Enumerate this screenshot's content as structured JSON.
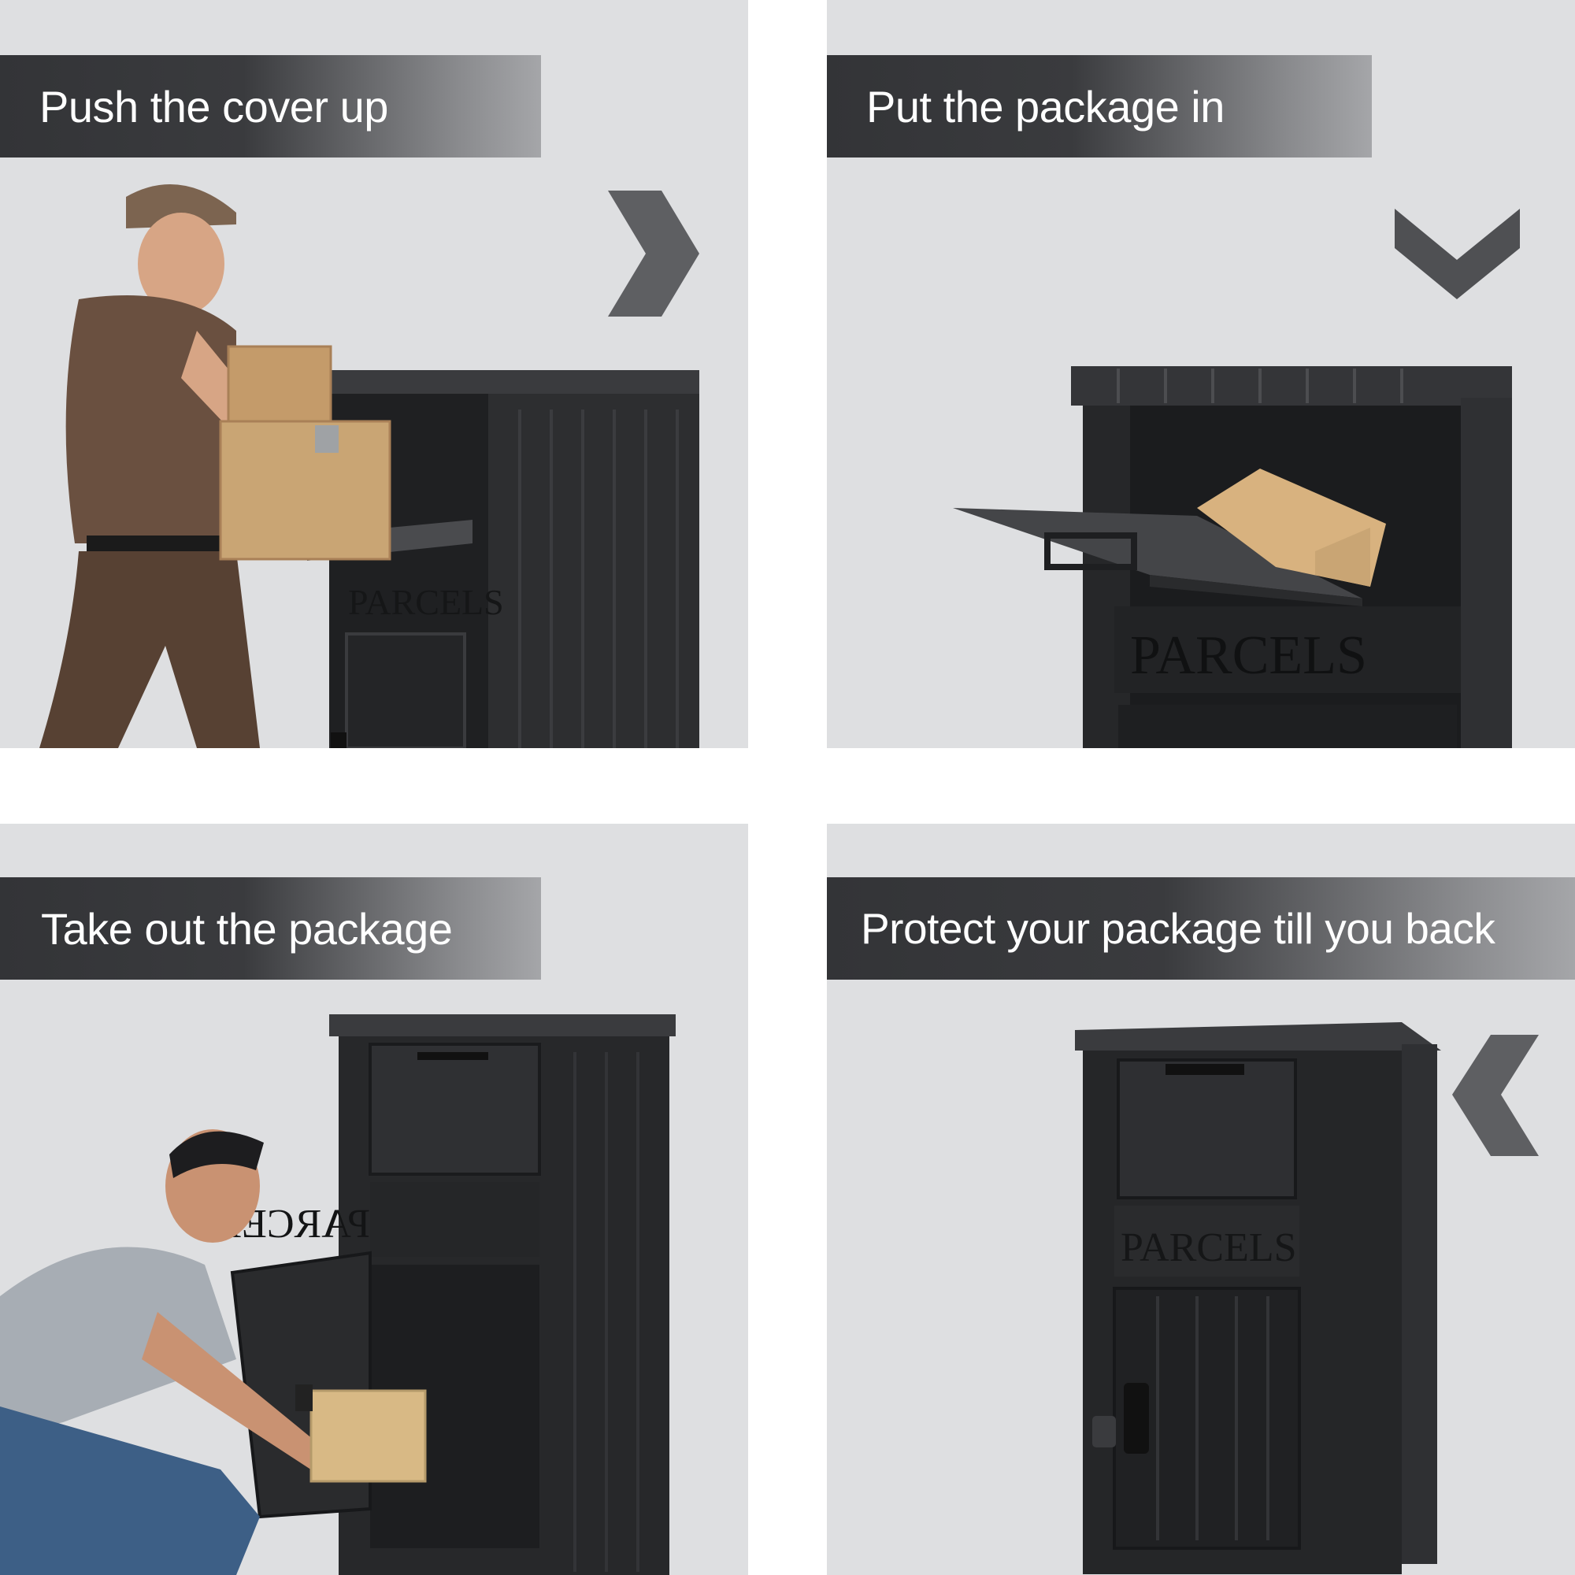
{
  "panels": [
    {
      "caption": "Push the cover up",
      "arrow": "chevron-right-icon",
      "box_label": "PARCELS"
    },
    {
      "caption": "Put the package in",
      "arrow": "chevron-down-icon",
      "box_label": "PARCELS"
    },
    {
      "caption": "Take out the package",
      "box_label": "PARCELS"
    },
    {
      "caption": "Protect your package till you back",
      "arrow": "chevron-left-icon",
      "box_label": "PARCELS"
    }
  ],
  "colors": {
    "background": "#dedfe1",
    "banner_dark": "#333437",
    "box_body": "#2b2c2e",
    "arrow": "#5e5f62",
    "cardboard": "#c9a574"
  }
}
